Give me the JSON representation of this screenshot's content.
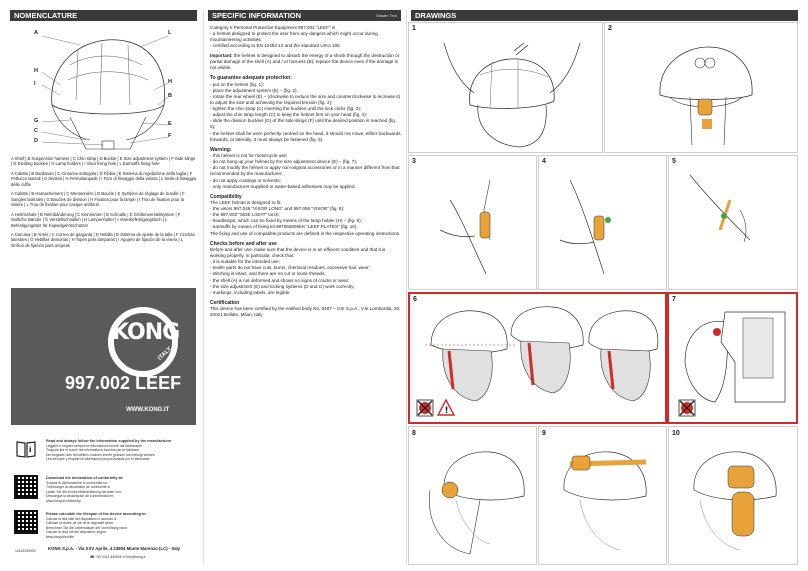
{
  "headers": {
    "nomenclature": "NOMENCLATURE",
    "specific_information": "SPECIFIC INFORMATION",
    "specific_sub": "Master Text",
    "drawings": "DRAWINGS"
  },
  "nomenclature_letters": {
    "left": [
      "A",
      "H",
      "I",
      "G",
      "C",
      "D"
    ],
    "right": [
      "L",
      "H",
      "B",
      "E",
      "F"
    ]
  },
  "legend": [
    "A Shell | B Suspension harness | C Chin strap | D Buckle | E Size adjustment system | F Side slings | G Dividing buckles | H Lamp holders | I Visor fixing hole | L Earmuffs fixing hole",
    "A Calotta | B Bardatura | C Cinturino sottogola | D Fibbia | E Sistema di regolazione della taglia | F Fettucce laterali | G Divisori | H Fermalampade | I Foro di fissaggio della visiera | L Sede di fissaggio delle cuffie",
    "A Calotte | B Harnachement | C Mentonnière | D Boucle | E Système de réglage de la taille | F Sangles latérales | G Boucles de division | H Fixation pour la lampe | I Trou de fixation pour la visière | L Trou de fixation pour casque antibruit",
    "A Helmschale | B Helmbänderung | C Kinnriemen | D Schnalle | E Größenverstellsystem | F Seitliche Bänder | G Verstellschnallen | H Lampenhalter | I Visierbefestigungsloch | L Befestigungssitz für Kapselgehörschützer",
    "A Carcasa | B Arnés | C Correa de garganta | D Hebilla | E Sistema de ajuste de la talla | F Cinchas laterales | G Hebillas divisorias | H Topes para lámparas | I Agujero de fijación de la visera | L Orificio de fijación para orejeras"
  ],
  "logo": {
    "brand": "KONG",
    "country": "ITALY",
    "model": "997.002 LEEF",
    "url": "WWW.KONG.IT"
  },
  "qr_notes": [
    {
      "title": "Read and always follow the information supplied by the manufacturer",
      "lines": [
        "Leggere e seguire sempre le informazioni fornite dal fabbricante",
        "Toujours lire et suivre les informations fournies par le fabricant",
        "Die Angaben des Herstellers müssen immer gelesen und befolgt werden",
        "Lea siempre y respete la información proporcionada por el fabricante"
      ]
    },
    {
      "title": "Download the declaration of conformity at:",
      "lines": [
        "Scarica la dichiarazione di conformità su:",
        "Télécharger la déclaration de conformité à:",
        "Laden Sie die Konformitätserklärung herunter von:",
        "Descargue la declaración de conformidad en:",
        "www.kong.it/conformity"
      ]
    },
    {
      "title": "Please calculate the lifespan of the device according to:",
      "lines": [
        "Calcola la vita utile del dispositivo in accordo a:",
        "Calculer la durée de vie de le dispositif selon:",
        "Berechnen Sie die Lebensdauer der Vorrichtung nach:",
        "Calcule la vida útil del dispositivo según:",
        "www.kong.it/en/life"
      ]
    }
  ],
  "footer": {
    "code": "11610339003",
    "address": "KONG S.p.A. - Via XXV Aprile, 4 23804 Monte Marenzo (LC) - Italy",
    "phone": "+39 0341 630506",
    "email": "info@kong.it"
  },
  "spec": {
    "intro": [
      "Category II Personal Protective Equipment 997.002 “LEEF” is",
      "- a helmet designed to protect the user from any dangers which might occur during mountaineering activities;",
      "- certified according to EN 12492:12 and the standard UIAA 106."
    ],
    "important_label": "Important:",
    "important_text": " the helmet is designed to absorb the energy of a shock through the destruction or partial damage of the shell (A) and / or harness (B): replace the device even if the damage is not visible.",
    "sections": [
      {
        "title": "To guarantee adequate protection:",
        "items": [
          "- put on the helmet (fig. 1);",
          "- place the adjustment system (E) – (fig. 2);",
          "- rotate the rear wheel (E) – (clockwise to reduce the size and counterclockwise to increase it) to adjust the size until achieving the required tension (fig. 2);",
          "- tighten the chin strap (C) inserting the buckles until the lock clicks (fig. 3);",
          "- adjust the chin strap length (C) to keep the helmet firm on your head (fig. 4);",
          "- slide the division buckles (G) of the side slings (F) until the desired position is reached (fig. 5);",
          "- the helmet shall be worn perfectly centred on the head, it should not move, either backwards, forwards, or laterally. It must always be fastened (fig. 6)."
        ]
      },
      {
        "title": "Warning:",
        "items": [
          "- this helmet is not for motorcycle use;",
          "- do not hang up your helmet by the size adjustment device (E) – (fig. 7);",
          "- do not modify the helmet or apply non-original accessories or in a manner different from that recommended by the manufacturer;",
          "- do not apply coatings or solvents;",
          "- only manufacturer-supplied or water-based adhesives may be applied."
        ]
      },
      {
        "title": "Compatibility",
        "items": [
          "The LEEF helmet is designed to fit:",
          "- the visors 997.046 “VISOR LONG” and 997.056 “VISOR” (fig. 8);",
          "- the 997.003 “SIDE LIGHT” torch;",
          "- headlamps, which can be fixed by means of the lamp holder (H) – (fig. 9);",
          "- earmuffs by means of fixing kit 997002005KK “LEEF PLATES” (fig. 10).",
          "The fixing and use of compatible products are defined in the respective operating instructions."
        ]
      },
      {
        "title": "Checks before and after use",
        "items": [
          "Before and after use, make sure that the device is in an efficient condition and that it is working properly, in particular, check that:",
          "- it is suitable for the intended use;",
          "- textile parts do not have cuts, burns, chemical residues, excessive hair, wear;",
          "- stitching is intact, and there are no cut or loose threads;",
          "- the shell (A) is not deformed and shows no signs of cracks or wear;",
          "- the size adjustment (E) and locking systems (D and G) work correctly;",
          "- markings, including labels, are legible."
        ]
      },
      {
        "title": "Certification",
        "items": [
          "This device has been certified by the notified body No. 0497 – CSI S.p.A., V.le Lombardia, 20, 20021 Bollate, Milan, Italy"
        ]
      }
    ]
  },
  "figures": [
    "1",
    "2",
    "3",
    "4",
    "5",
    "6",
    "7",
    "8",
    "9",
    "10"
  ]
}
